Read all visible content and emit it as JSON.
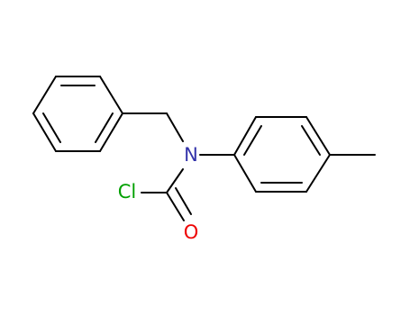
{
  "molecule": {
    "atoms": {
      "nitrogen": {
        "symbol": "N",
        "color": "#3333aa"
      },
      "chlorine": {
        "symbol": "Cl",
        "color": "#00a000"
      },
      "oxygen": {
        "symbol": "O",
        "color": "#ee0000"
      }
    },
    "bond_color": "#000000",
    "background": "#ffffff"
  }
}
